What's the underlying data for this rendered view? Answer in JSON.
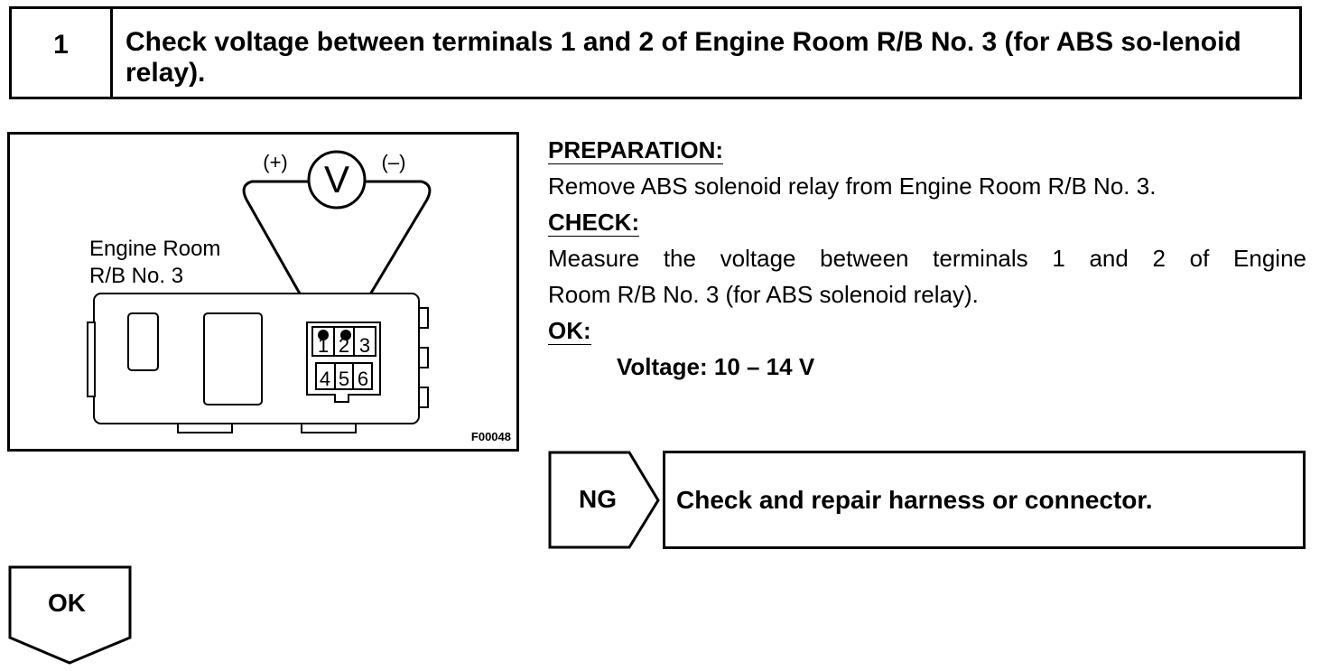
{
  "step": {
    "number": "1",
    "title": "Check voltage between terminals 1 and 2 of Engine Room R/B No. 3 (for ABS so-lenoid relay)."
  },
  "figure": {
    "plus_label": "(+)",
    "minus_label": "(–)",
    "meter_label": "V",
    "component_label_line1": "Engine Room",
    "component_label_line2": "R/B No. 3",
    "terminals": [
      "1",
      "2",
      "3",
      "4",
      "5",
      "6"
    ],
    "code": "F00048"
  },
  "instructions": {
    "preparation_heading": "PREPARATION:",
    "preparation_text": "Remove ABS solenoid relay from Engine Room R/B No. 3.",
    "check_heading": "CHECK:",
    "check_text_line1": "Measure the voltage between terminals 1 and 2 of Engine",
    "check_text_line2": "Room R/B No. 3 (for ABS solenoid relay).",
    "ok_heading": "OK:",
    "ok_value": "Voltage: 10 – 14 V"
  },
  "ng": {
    "label": "NG",
    "action": "Check and repair harness or connector."
  },
  "ok": {
    "label": "OK"
  }
}
